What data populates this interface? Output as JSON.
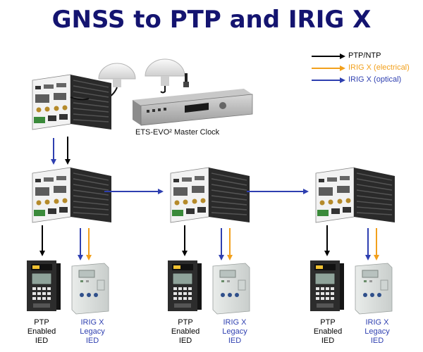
{
  "title": "GNSS to PTP and IRIG X",
  "legend": [
    {
      "label": "PTP/NTP",
      "color": "#000000"
    },
    {
      "label": "IRIG X (electrical)",
      "color": "#f2a01c"
    },
    {
      "label": "IRIG X (optical)",
      "color": "#2e3fb0"
    }
  ],
  "master_clock_caption": "ETS-EVO² Master Clock",
  "colors": {
    "ptp": "#000000",
    "irig_electrical": "#f2a01c",
    "irig_optical": "#2e3fb0",
    "title": "#141470"
  },
  "devices": [
    {
      "ptp": {
        "line1": "PTP",
        "line2": "Enabled",
        "line3": "IED"
      },
      "irig": {
        "line1": "IRIG X",
        "line2": "Legacy",
        "line3": "IED"
      }
    },
    {
      "ptp": {
        "line1": "PTP",
        "line2": "Enabled",
        "line3": "IED"
      },
      "irig": {
        "line1": "IRIG X",
        "line2": "Legacy",
        "line3": "IED"
      }
    },
    {
      "ptp": {
        "line1": "PTP",
        "line2": "Enabled",
        "line3": "IED"
      },
      "irig": {
        "line1": "IRIG X",
        "line2": "Legacy",
        "line3": "IED"
      }
    }
  ]
}
